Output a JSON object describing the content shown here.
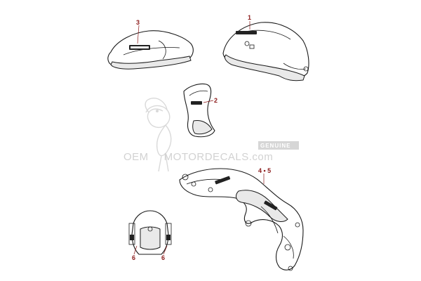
{
  "callouts": {
    "fuel_tank": "1",
    "side_cover": "2",
    "seat_cowl": "3",
    "frame": "4 • 5",
    "front_fender_left": "6",
    "front_fender_right": "6"
  },
  "watermark": {
    "site_oem": "OEM",
    "site_name": "MOTORDECALS",
    "site_tld": ".com",
    "badge": "GENUINE"
  },
  "colors": {
    "callout": "#8b1a1a",
    "line": "#1a1a1a",
    "watermark": "#d2d2d2"
  }
}
